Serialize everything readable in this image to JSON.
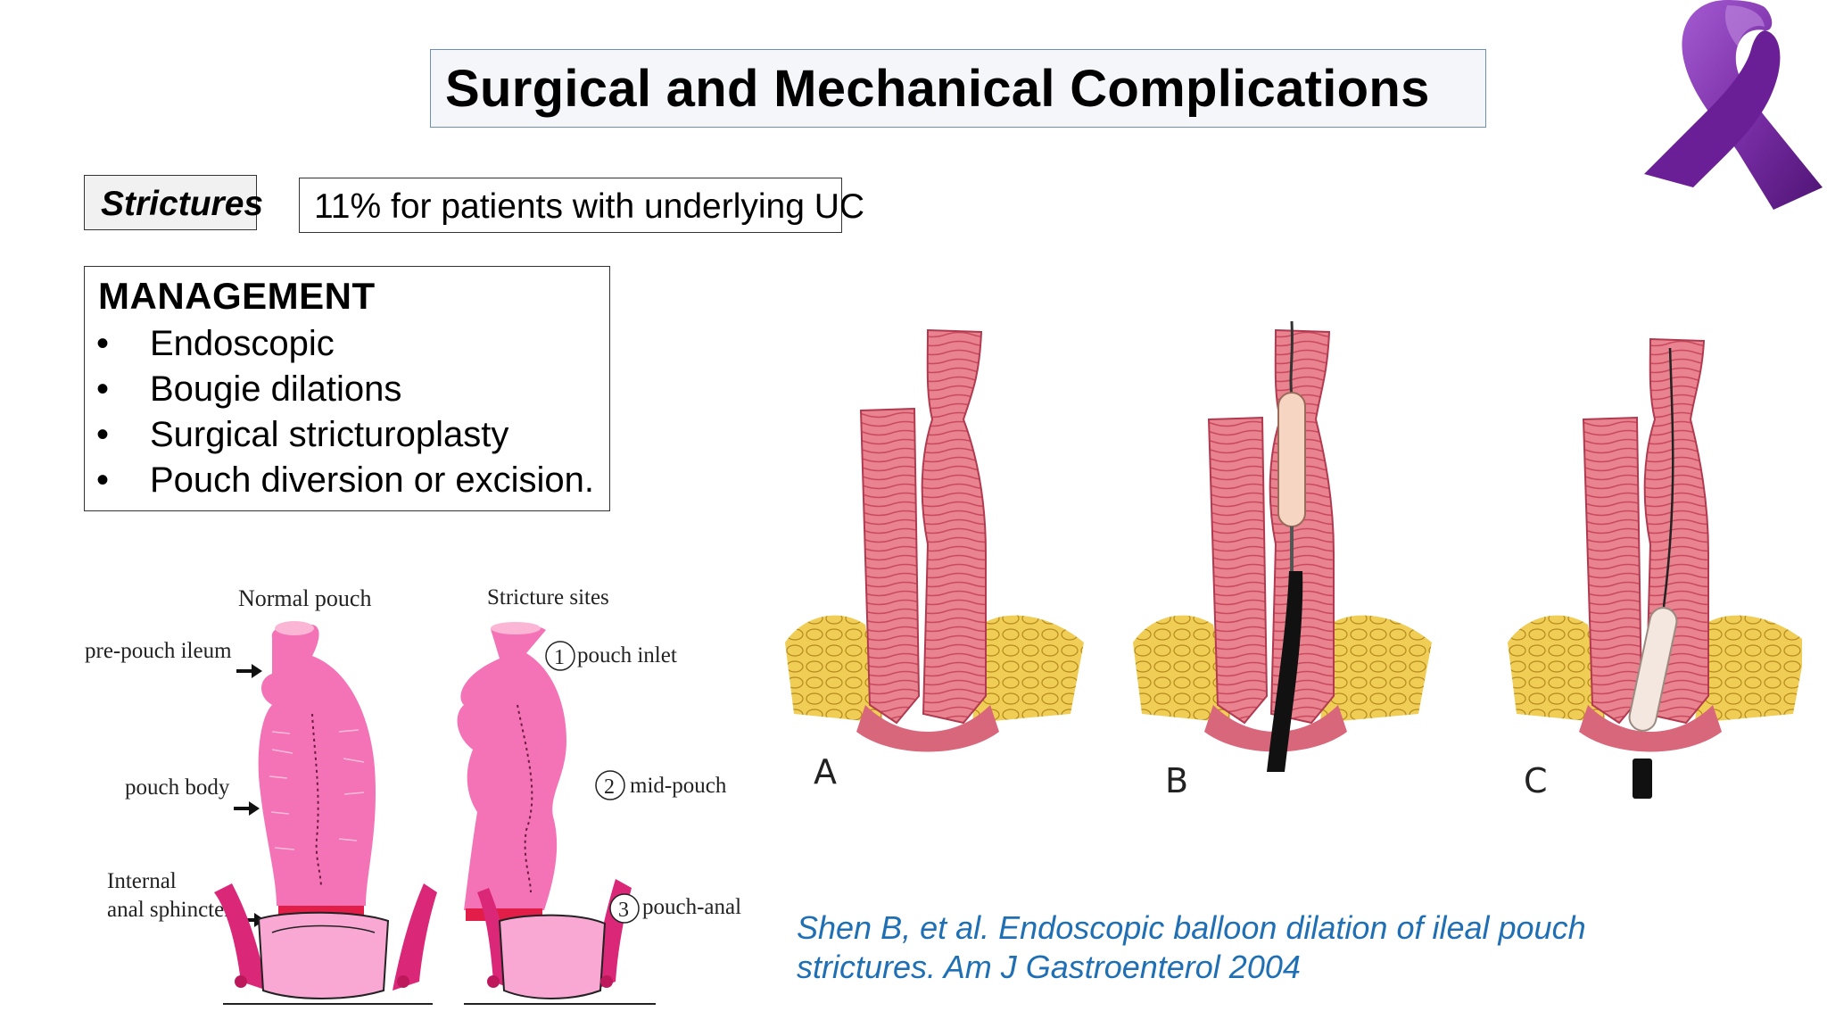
{
  "slide": {
    "title": "Surgical and Mechanical Complications",
    "strictures_label": "Strictures",
    "strictures_stat": "11% for patients with underlying UC",
    "management": {
      "heading": "MANAGEMENT",
      "bullet": "•",
      "items": [
        "Endoscopic",
        "Bougie dilations",
        "Surgical stricturoplasty",
        "Pouch diversion or excision."
      ]
    },
    "pouch_diagram": {
      "normal_title": "Normal pouch",
      "stricture_title": "Stricture sites",
      "left_labels": {
        "pre_pouch": "pre-pouch ileum",
        "body": "pouch body",
        "sphincter_line1": "Internal",
        "sphincter_line2": "anal sphincter"
      },
      "sites": [
        {
          "num": "1",
          "label": "pouch inlet"
        },
        {
          "num": "2",
          "label": "mid-pouch"
        },
        {
          "num": "3",
          "label": "pouch-anal"
        }
      ]
    },
    "dilation_panels": [
      "A",
      "B",
      "C"
    ],
    "citation": "Shen B, et al. Endoscopic balloon dilation of ileal pouch strictures. Am J Gastroenterol 2004",
    "colors": {
      "ribbon": "#7b2fa8",
      "citation": "#1f6fb5",
      "pouch": "#f472b6",
      "tissue": "#e8838f",
      "fat": "#f0cd55"
    }
  }
}
